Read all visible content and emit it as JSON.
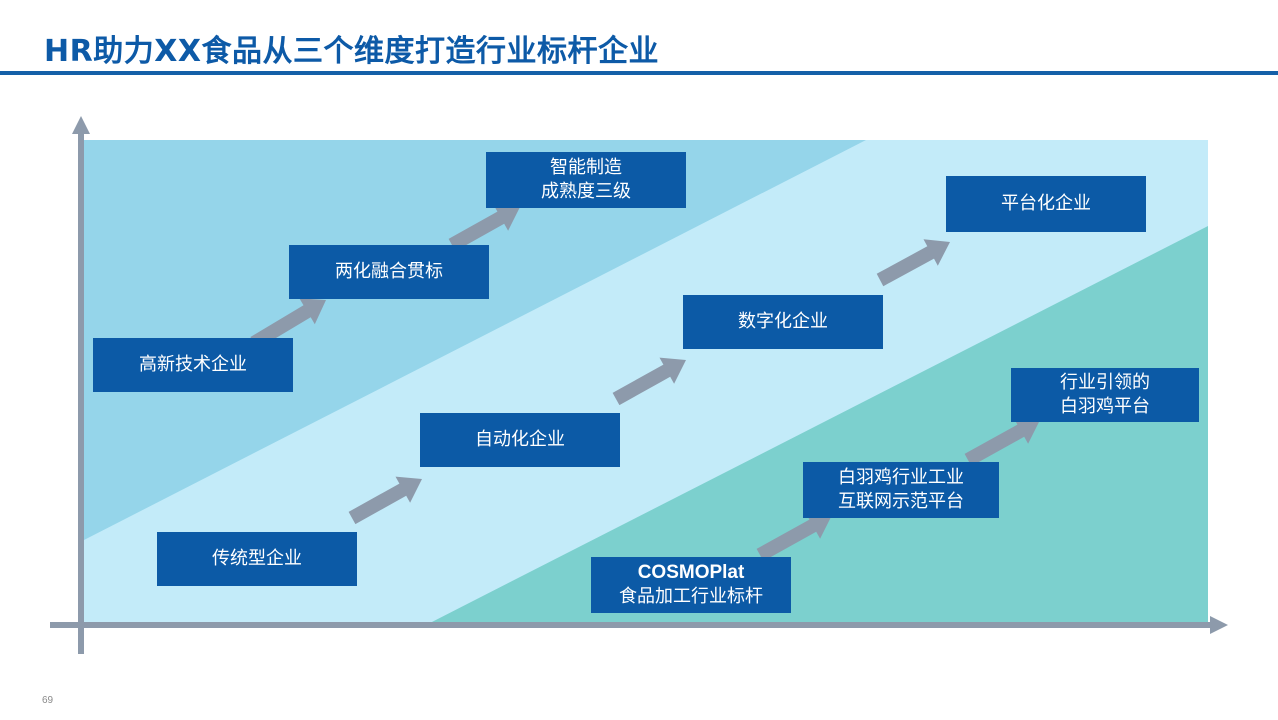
{
  "slide": {
    "title": "HR助力XX食品从三个维度打造行业标杆企业",
    "page_number": "69"
  },
  "colors": {
    "title": "#0d5aa7",
    "box_fill": "#0c5aa6",
    "band_upper": "#95d5ea",
    "band_middle": "#c3ebf9",
    "band_lower": "#7cd0ce",
    "arrow": "#8d9aab",
    "axis": "#8d9aab"
  },
  "diagram": {
    "tracks": [
      {
        "name": "upper",
        "steps": [
          {
            "lines": [
              "高新技术企业"
            ]
          },
          {
            "lines": [
              "两化融合贯标"
            ]
          },
          {
            "lines": [
              "智能制造",
              "成熟度三级"
            ]
          }
        ]
      },
      {
        "name": "middle",
        "steps": [
          {
            "lines": [
              "传统型企业"
            ]
          },
          {
            "lines": [
              "自动化企业"
            ]
          },
          {
            "lines": [
              "数字化企业"
            ]
          },
          {
            "lines": [
              "平台化企业"
            ]
          }
        ]
      },
      {
        "name": "lower",
        "steps": [
          {
            "lines": [
              "COSMOPlat",
              "食品加工行业标杆"
            ]
          },
          {
            "lines": [
              "白羽鸡行业工业",
              "互联网示范平台"
            ]
          },
          {
            "lines": [
              "行业引领的",
              "白羽鸡平台"
            ]
          }
        ]
      }
    ]
  }
}
